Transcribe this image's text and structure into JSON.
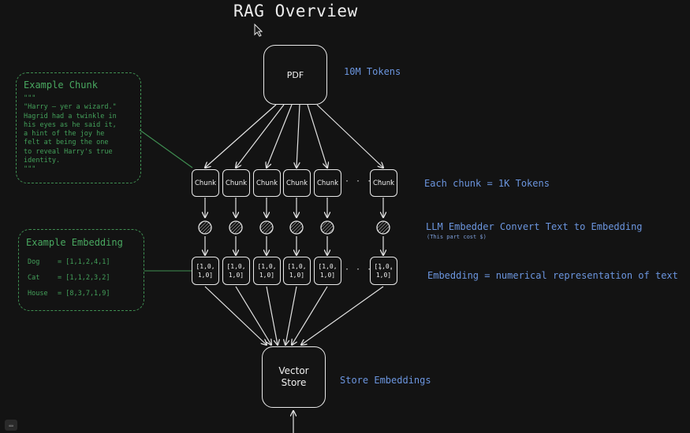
{
  "title": "RAG Overview",
  "pdf": {
    "label": "PDF",
    "annotation": "10M Tokens"
  },
  "chunks": {
    "labels": [
      "Chunk",
      "Chunk",
      "Chunk",
      "Chunk",
      "Chunk",
      "Chunk"
    ],
    "ellipsis": "· · · · ·",
    "annotation": "Each chunk = 1K Tokens"
  },
  "embedder": {
    "annotation": "LLM Embedder Convert Text to Embedding",
    "note": "(This part cost $)"
  },
  "embeddings": {
    "line1": [
      "[1,0,",
      "[1,0,",
      "[1,0,",
      "[1,0,",
      "[1,0,",
      "[1,0,"
    ],
    "line2": [
      "1,0]",
      "1,0]",
      "1,0]",
      "1,0]",
      "1,0]",
      "1,0]"
    ],
    "ellipsis": "· · · · ·",
    "annotation": "Embedding = numerical representation of text"
  },
  "vector_store": {
    "line1": "Vector",
    "line2": "Store",
    "annotation": "Store Embeddings"
  },
  "example_chunk": {
    "heading": "Example Chunk",
    "text": "\"\"\"\n\"Harry — yer a wizard.\"\nHagrid had a twinkle in\nhis eyes as he said it,\na hint of the joy he\nfelt at being the one\nto reveal Harry's true\nidentity.\n\"\"\""
  },
  "example_embedding": {
    "heading": "Example Embedding",
    "rows": [
      {
        "word": "Dog",
        "vector": "= [1,1,2,4,1]"
      },
      {
        "word": "Cat",
        "vector": "= [1,1,2,3,2]"
      },
      {
        "word": "House",
        "vector": "= [8,3,7,1,9]"
      }
    ]
  },
  "colors": {
    "annotation": "#6b95de",
    "callout": "#43a05a",
    "stroke": "#e8e8e8",
    "background": "#131313"
  }
}
